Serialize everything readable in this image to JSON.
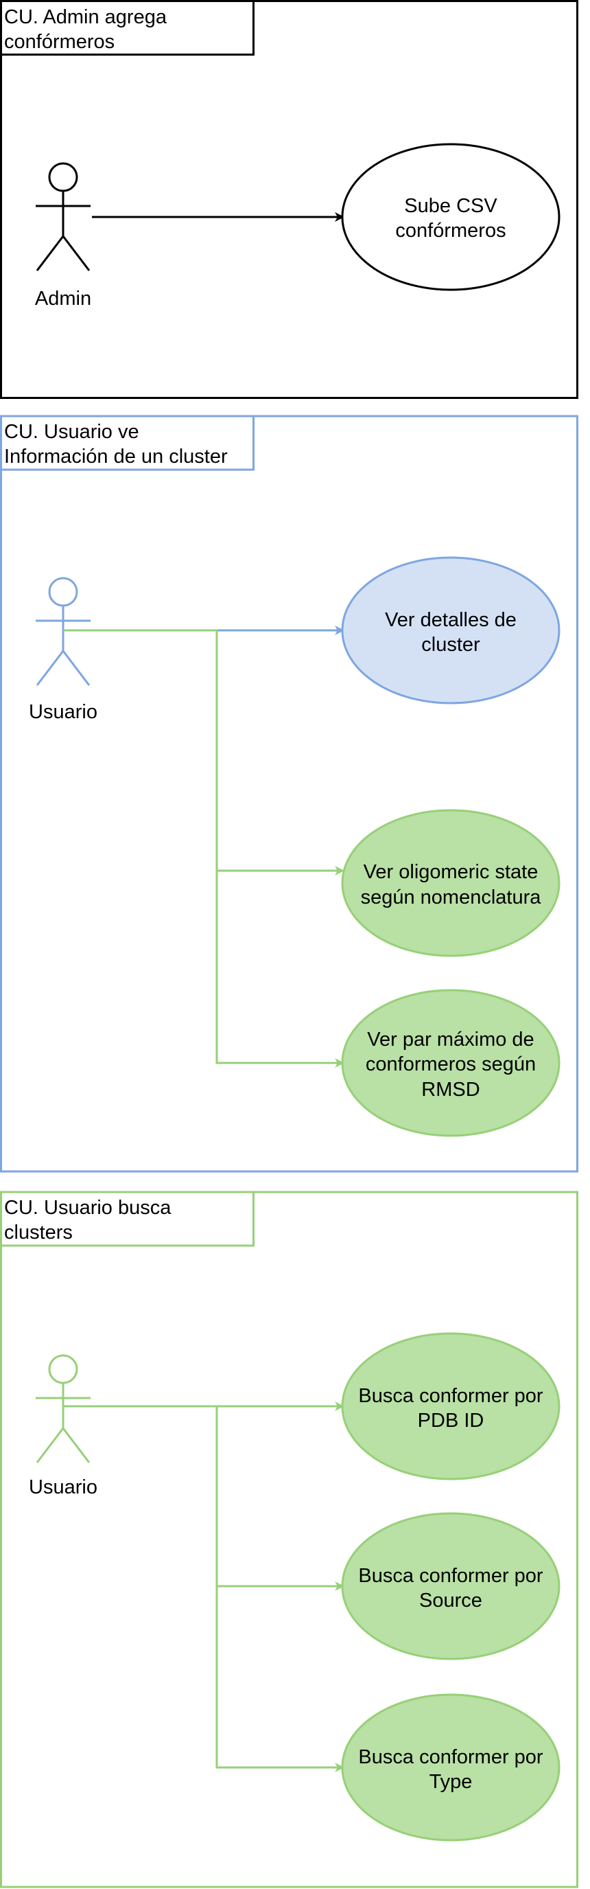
{
  "colors": {
    "black": "#000000",
    "blue": "#7ea6e0",
    "blue_fill": "#d4e1f5",
    "green": "#97d077",
    "green_fill": "#b9e0a5",
    "white": "#ffffff"
  },
  "frames": [
    {
      "title_lines": [
        "CU. Admin agrega",
        "confórmeros"
      ],
      "actor": {
        "label": "Admin"
      },
      "use_cases": [
        {
          "lines": [
            "Sube CSV",
            "confórmeros"
          ]
        }
      ]
    },
    {
      "title_lines": [
        "CU. Usuario ve",
        "Información de un cluster"
      ],
      "actor": {
        "label": "Usuario"
      },
      "use_cases": [
        {
          "lines": [
            "Ver detalles de",
            "cluster"
          ]
        },
        {
          "lines": [
            "Ver oligomeric state",
            "según nomenclatura"
          ]
        },
        {
          "lines": [
            "Ver par máximo de",
            "conformeros según",
            "RMSD"
          ]
        }
      ]
    },
    {
      "title_lines": [
        "CU. Usuario busca",
        "clusters"
      ],
      "actor": {
        "label": "Usuario"
      },
      "use_cases": [
        {
          "lines": [
            "Busca conformer por",
            "PDB ID"
          ]
        },
        {
          "lines": [
            "Busca conformer por",
            "Source"
          ]
        },
        {
          "lines": [
            "Busca conformer por",
            "Type"
          ]
        }
      ]
    }
  ]
}
